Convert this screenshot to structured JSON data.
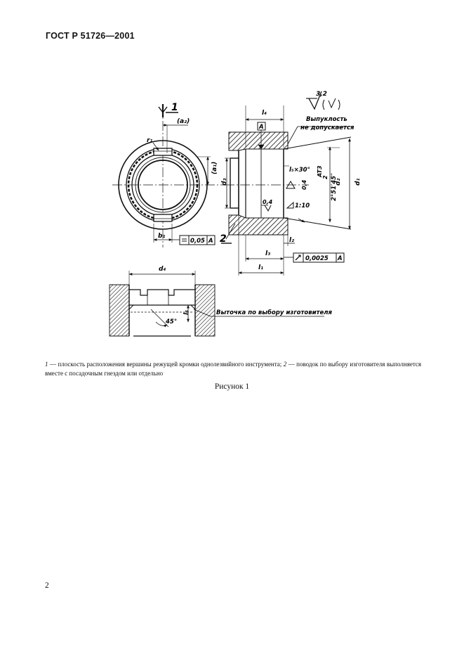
{
  "header": {
    "doc_id": "ГОСТ Р 51726—2001"
  },
  "drawing": {
    "top_view": {
      "marker_1": "1",
      "marker_2": "2",
      "dim_a2": "(a₂)",
      "dim_a1": "(a₁)",
      "dim_r1": "r₁",
      "dim_b1": "b₁",
      "tolerance_value": "0,05",
      "tolerance_datum": "A"
    },
    "section_view": {
      "roughness_value": "3,2",
      "datum_label": "A",
      "note_line1": "Выпуклость",
      "note_line2": "не допускается",
      "dim_l4": "l₄",
      "dim_l5": "l₅×30°",
      "dim_d3": "d₃",
      "dim_d2": "d₂",
      "dim_d1": "d₁",
      "roughness_04_a": "0,4",
      "roughness_04_b": "0,4",
      "taper_ratio": "1:10",
      "angle_label": "2°51′45″",
      "angle_tol": "AT3",
      "angle_tol_div": "2",
      "dim_l2": "l₂",
      "dim_l3": "l₃",
      "dim_l1": "l₁",
      "runout_value": "0,0025",
      "runout_datum": "A"
    },
    "groove_view": {
      "dim_d4": "d₄",
      "dim_l6": "l₆",
      "angle": "45°",
      "note": "Выточка по выбору изготовителя"
    }
  },
  "caption": {
    "marker_1": "1",
    "text_1": " — плоскость расположения вершины режущей кромки однолезвийного инструмента; ",
    "marker_2": "2",
    "text_2": " — поводок по выбору изготовителя выполняется вместе с посадочным гнездом или отдельно"
  },
  "figure_title": "Рисунок 1",
  "page_number": "2"
}
